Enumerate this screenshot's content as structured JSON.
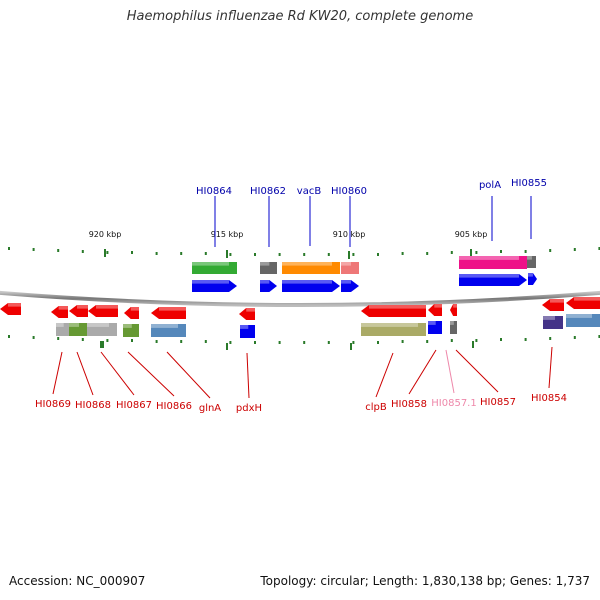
{
  "title": "Haemophilus influenzae Rd KW20, complete genome",
  "footer": {
    "accession": "Accession: NC_000907",
    "topology": "Topology: circular; Length: 1,830,138 bp; Genes: 1,737"
  },
  "colors": {
    "forward_label": "#0000aa",
    "reverse_label": "#cc0000",
    "pseudo_label": "#ee88aa",
    "backbone": "#888888",
    "tick": "#2a7a2a"
  },
  "scale": {
    "ticks": [
      {
        "label": "920 kbp"
      },
      {
        "label": "915 kbp"
      },
      {
        "label": "910 kbp"
      },
      {
        "label": "905 kbp"
      }
    ]
  },
  "genes": {
    "forward": [
      {
        "label": "HI0864"
      },
      {
        "label": "HI0862"
      },
      {
        "label": "vacB"
      },
      {
        "label": "HI0860"
      },
      {
        "label": "polA"
      },
      {
        "label": "HI0855"
      }
    ],
    "reverse": [
      {
        "label": "HI0869"
      },
      {
        "label": "HI0868"
      },
      {
        "label": "HI0867"
      },
      {
        "label": "HI0866"
      },
      {
        "label": "glnA"
      },
      {
        "label": "pdxH"
      },
      {
        "label": "clpB"
      },
      {
        "label": "HI0858"
      },
      {
        "label": "HI0857.1",
        "pseudo": true
      },
      {
        "label": "HI0857"
      },
      {
        "label": "HI0854"
      }
    ]
  }
}
